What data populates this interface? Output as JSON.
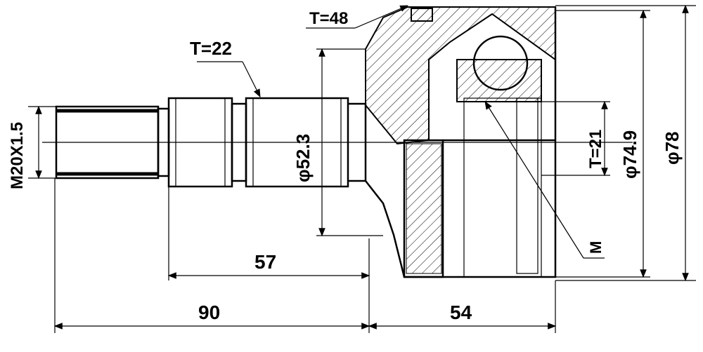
{
  "drawing": {
    "title_labels": {
      "housing_teeth": "T=48",
      "shaft_teeth": "T=22",
      "inner_teeth": "T=21"
    },
    "dimensions": {
      "thread": "M20X1.5",
      "shaft_diameter": "φ52.3",
      "inner_diameter": "φ74.9",
      "outer_diameter": "φ78",
      "shaft_length_57": "57",
      "total_shaft_length": "90",
      "housing_length": "54",
      "marker": "M"
    },
    "colors": {
      "line": "#000000",
      "background": "#ffffff"
    }
  }
}
